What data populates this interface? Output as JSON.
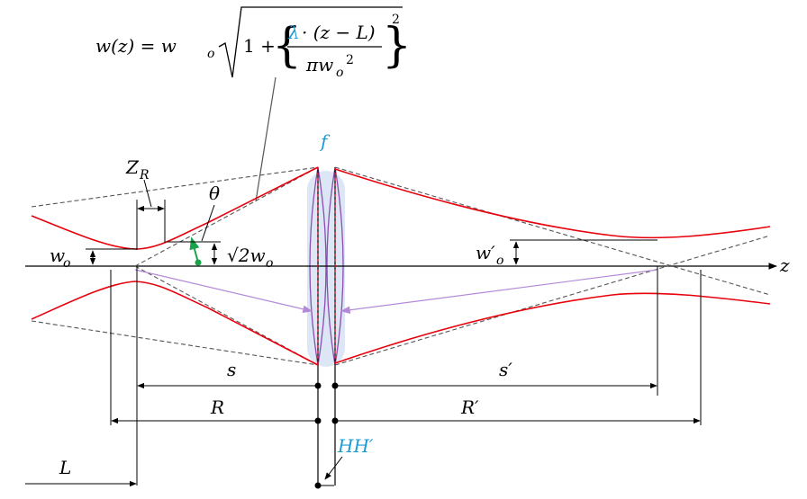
{
  "formula": {
    "lhs": "w(z) = w",
    "lhs_sub": "o",
    "one_plus": "1 +",
    "lambda": "λ",
    "numerator_rest": "· (z − L)",
    "denominator": "πw",
    "den_sub": "o",
    "den_sup": "2",
    "outer_exp": "2"
  },
  "labels": {
    "focal": "f",
    "rayleigh": "Z",
    "rayleigh_sub": "R",
    "theta": "θ",
    "w0": "w",
    "w0_sub": "o",
    "sqrt2w0": "√2w",
    "sqrt2w0_sub": "o",
    "w0_prime": "w′",
    "w0_prime_sub": "o",
    "axis_z": "z",
    "s": "s",
    "s_prime": "s′",
    "R": "R",
    "R_prime": "R′",
    "HH": "HH′",
    "L": "L"
  },
  "colors": {
    "beam": "#e8000b",
    "asymptote": "#555555",
    "lens_fill": "#dce6f5",
    "lens_curve": "#8a4fb0",
    "pointer": "#b48ad8",
    "angle": "#1aa34a",
    "blue_text": "#1a9bd7"
  }
}
